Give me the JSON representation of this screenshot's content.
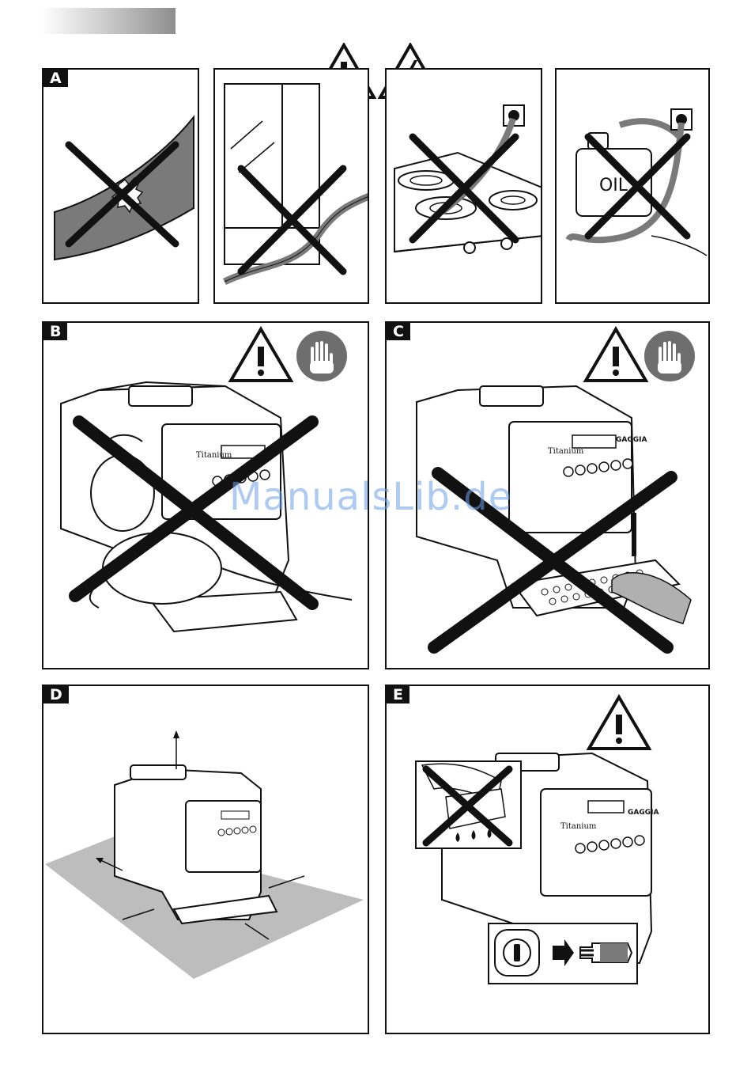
{
  "page": {
    "panels": [
      {
        "label": "A",
        "description_id": "panel-a"
      },
      {
        "label": "B",
        "description_id": "panel-b"
      },
      {
        "label": "C",
        "description_id": "panel-c"
      },
      {
        "label": "D",
        "description_id": "panel-d"
      },
      {
        "label": "E",
        "description_id": "panel-e"
      }
    ]
  },
  "machine": {
    "brand": "GAGGIA",
    "model": "Titanium"
  },
  "jerrycan": {
    "text": "OIL"
  },
  "watermark": {
    "text": "ManualsLib.de"
  },
  "colors": {
    "gray": "#7a7a7a",
    "light_gray": "#bdbdbd",
    "black": "#111111",
    "stop_circle": "#6e6e6e"
  }
}
